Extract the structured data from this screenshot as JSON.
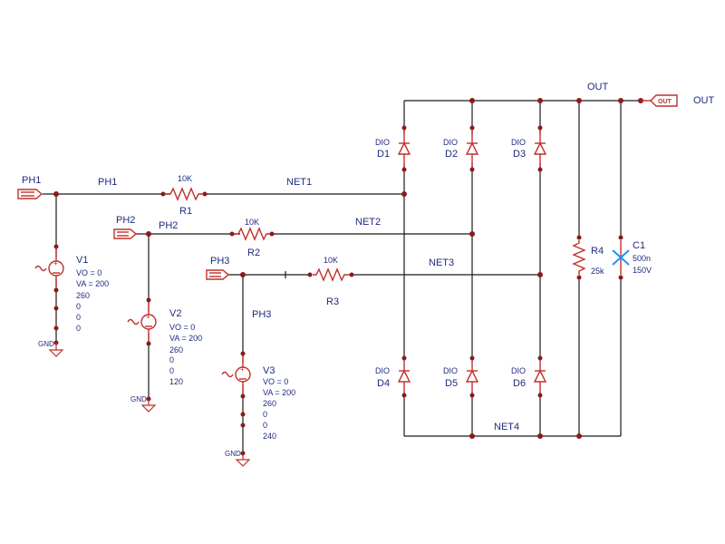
{
  "nets": {
    "ph1": "PH1",
    "ph2": "PH2",
    "ph3": "PH3",
    "net1": "NET1",
    "net2": "NET2",
    "net3": "NET3",
    "net4": "NET4",
    "out": "OUT"
  },
  "ports": {
    "ph1": "PH1",
    "ph2": "PH2",
    "ph3": "PH3",
    "out": "OUT",
    "out_symbol_text": "OUT"
  },
  "resistors": [
    {
      "ref": "R1",
      "value": "10K"
    },
    {
      "ref": "R2",
      "value": "10K"
    },
    {
      "ref": "R3",
      "value": "10K"
    },
    {
      "ref": "R4",
      "value": "25k"
    }
  ],
  "capacitor": {
    "ref": "C1",
    "value1": "500n",
    "value2": "150V"
  },
  "diodes": [
    {
      "ref": "D1",
      "model": "DIO"
    },
    {
      "ref": "D2",
      "model": "DIO"
    },
    {
      "ref": "D3",
      "model": "DIO"
    },
    {
      "ref": "D4",
      "model": "DIO"
    },
    {
      "ref": "D5",
      "model": "DIO"
    },
    {
      "ref": "D6",
      "model": "DIO"
    }
  ],
  "sources": [
    {
      "ref": "V1",
      "vo": "VO = 0",
      "va": "VA = 200",
      "p1": "260",
      "p2": "0",
      "p3": "0",
      "p4": "0"
    },
    {
      "ref": "V2",
      "vo": "VO = 0",
      "va": "VA = 200",
      "p1": "260",
      "p2": "0",
      "p3": "0",
      "p4": "120"
    },
    {
      "ref": "V3",
      "vo": "VO = 0",
      "va": "VA = 200",
      "p1": "260",
      "p2": "0",
      "p3": "0",
      "p4": "240"
    }
  ],
  "ground_label": "GND",
  "colors": {
    "wire": "#1a1a1a",
    "component": "#c0302a",
    "pin": "#8b1a1a",
    "text": "#1f2a80",
    "capacitor": "#1e90ff"
  }
}
